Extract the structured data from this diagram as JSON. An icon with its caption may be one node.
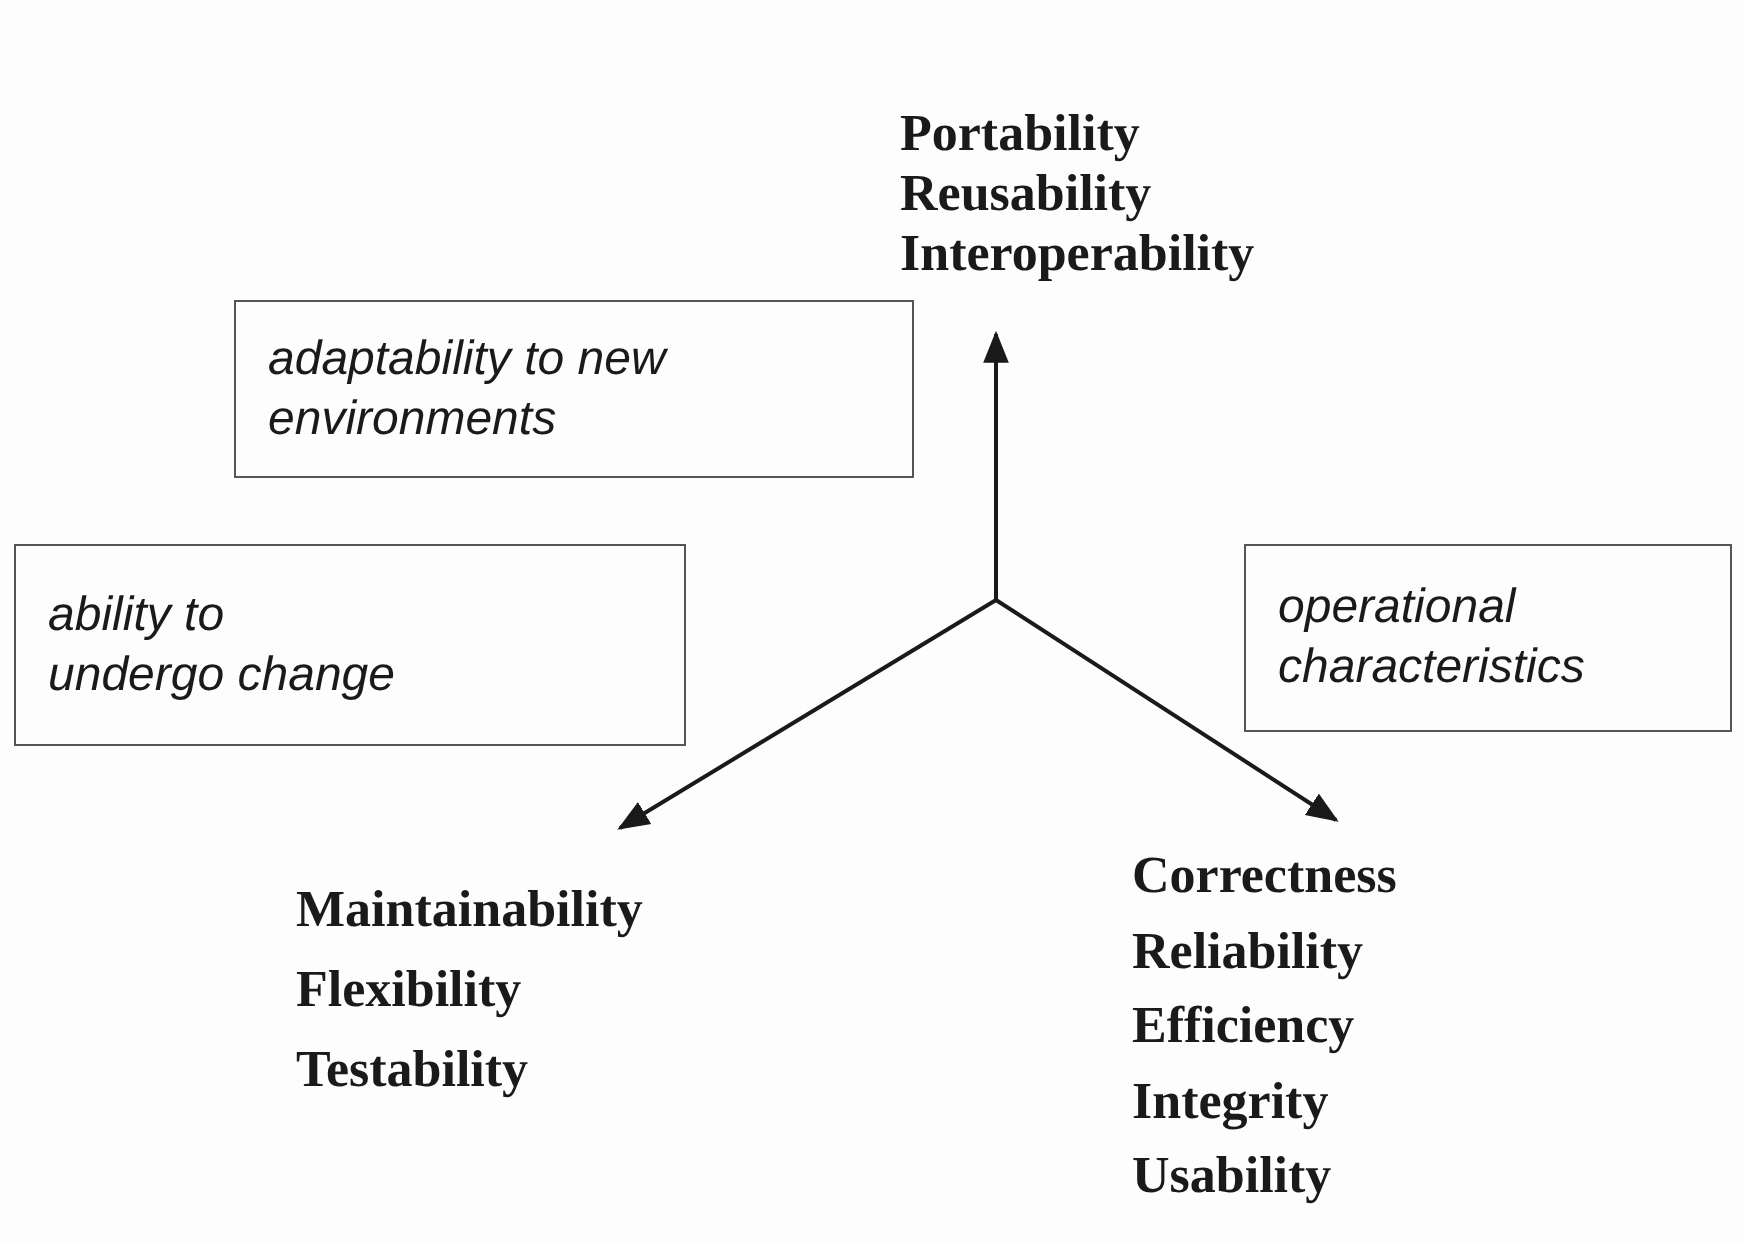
{
  "diagram": {
    "nodes": [
      {
        "text": [
          "Portability",
          "Reusability",
          "Interoperability"
        ]
      },
      {
        "text": [
          "adaptability to new environments"
        ]
      },
      {
        "text": [
          "ability to undergo change"
        ]
      },
      {
        "text": [
          "operational characteristics"
        ]
      },
      {
        "text": [
          "Maintainability",
          "Flexibility",
          "Testability"
        ]
      },
      {
        "text": [
          "Correctness",
          "Reliability",
          "Efficiency",
          "Integrity",
          "Usability"
        ]
      }
    ],
    "edges": [
      {
        "from": null,
        "to": 0,
        "arrow": "to"
      },
      {
        "from": null,
        "to": 4,
        "arrow": "to"
      },
      {
        "from": null,
        "to": 5,
        "arrow": "to"
      }
    ]
  }
}
